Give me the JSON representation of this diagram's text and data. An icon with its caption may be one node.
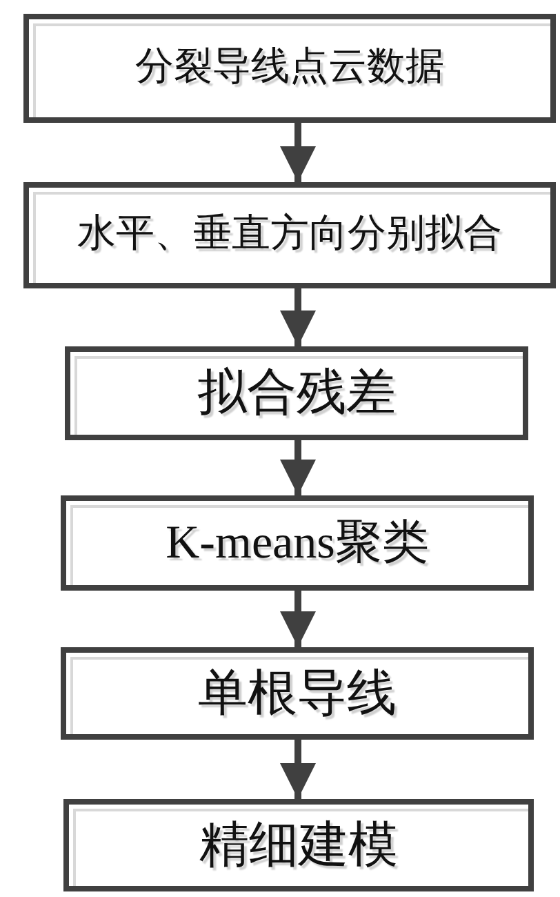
{
  "diagram": {
    "nodes": [
      {
        "text": [
          "分裂导线点云数据"
        ]
      },
      {
        "text": [
          "水平、垂直方向分别拟合"
        ]
      },
      {
        "text": [
          "拟合残差"
        ]
      },
      {
        "text": [
          "K-means聚类"
        ]
      },
      {
        "text": [
          "单根导线"
        ]
      },
      {
        "text": [
          "精细建模"
        ]
      }
    ],
    "edges": [
      {
        "from": 0,
        "to": 1,
        "arrow": "to"
      },
      {
        "from": 1,
        "to": 2,
        "arrow": "to"
      },
      {
        "from": 2,
        "to": 3,
        "arrow": "to"
      },
      {
        "from": 3,
        "to": 4,
        "arrow": "to"
      },
      {
        "from": 4,
        "to": 5,
        "arrow": "to"
      }
    ]
  }
}
